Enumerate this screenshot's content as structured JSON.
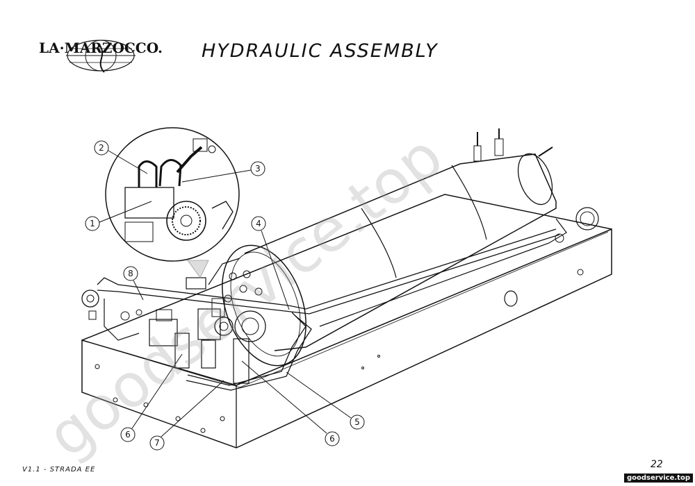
{
  "header": {
    "brand_logo_text": "LA·MARZOCCO.",
    "title": "HYDRAULIC ASSEMBLY"
  },
  "footer": {
    "version": "V1.1 - STRADA EE",
    "page_number": "22",
    "site": "goodservice.top"
  },
  "watermark": "goodservice.top",
  "callouts": [
    {
      "id": "c1",
      "label": "1"
    },
    {
      "id": "c2",
      "label": "2"
    },
    {
      "id": "c3",
      "label": "3"
    },
    {
      "id": "c4",
      "label": "4"
    },
    {
      "id": "c5",
      "label": "5"
    },
    {
      "id": "c6a",
      "label": "6"
    },
    {
      "id": "c6b",
      "label": "6"
    },
    {
      "id": "c7",
      "label": "7"
    },
    {
      "id": "c8",
      "label": "8"
    }
  ]
}
